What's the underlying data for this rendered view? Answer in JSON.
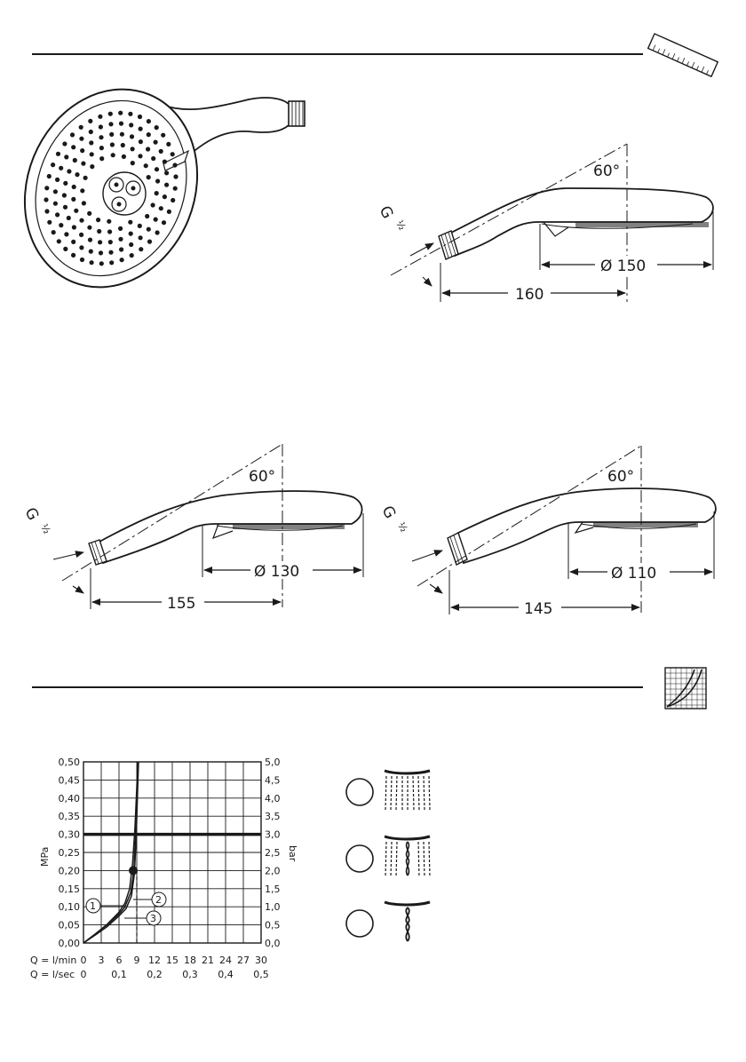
{
  "icons": {
    "dimensions_icon": "ruler-icon",
    "flow_icon": "flow-curve-icon"
  },
  "drawings": {
    "d150": {
      "angle_label": "60°",
      "thread_g": "G",
      "thread_frac": "½",
      "diameter_label": "Ø 150",
      "length_label": "160"
    },
    "d130": {
      "angle_label": "60°",
      "thread_g": "G",
      "thread_frac": "½",
      "diameter_label": "Ø 130",
      "length_label": "155"
    },
    "d110": {
      "angle_label": "60°",
      "thread_g": "G",
      "thread_frac": "½",
      "diameter_label": "Ø 110",
      "length_label": "145"
    }
  },
  "chart_data": {
    "type": "line",
    "ylabel_left": "MPa",
    "ylabel_right": "bar",
    "y_ticks_left": [
      "0,00",
      "0,05",
      "0,10",
      "0,15",
      "0,20",
      "0,25",
      "0,30",
      "0,35",
      "0,40",
      "0,45",
      "0,50"
    ],
    "y_ticks_right": [
      "0,0",
      "0,5",
      "1,0",
      "1,5",
      "2,0",
      "2,5",
      "3,0",
      "3,5",
      "4,0",
      "4,5",
      "5,0"
    ],
    "x_label_lmin": "Q = l/min",
    "x_ticks_lmin": [
      "0",
      "3",
      "6",
      "9",
      "12",
      "15",
      "18",
      "21",
      "24",
      "27",
      "30"
    ],
    "x_label_lsec": "Q = l/sec",
    "x_ticks_lsec": [
      "0",
      "0,1",
      "0,2",
      "0,3",
      "0,4",
      "0,5"
    ],
    "xlim": [
      0,
      30
    ],
    "ylim": [
      0,
      0.5
    ],
    "reference_pressure": 0.3,
    "reference_flow": 9,
    "marker_point": [
      8.4,
      0.2
    ],
    "series": [
      {
        "name": "1",
        "x": [
          0,
          2,
          4,
          6,
          7,
          8,
          8.5,
          8.8,
          9.2
        ],
        "y": [
          0,
          0.025,
          0.05,
          0.08,
          0.1,
          0.14,
          0.2,
          0.3,
          0.5
        ]
      },
      {
        "name": "2",
        "x": [
          0,
          2,
          4,
          6,
          7,
          7.8,
          8.3,
          8.7,
          9.2
        ],
        "y": [
          0,
          0.025,
          0.052,
          0.085,
          0.11,
          0.15,
          0.22,
          0.32,
          0.5
        ]
      },
      {
        "name": "3",
        "x": [
          0,
          2,
          4,
          6,
          7.2,
          8.1,
          8.6,
          8.9,
          9.3
        ],
        "y": [
          0,
          0.022,
          0.045,
          0.075,
          0.095,
          0.13,
          0.19,
          0.29,
          0.5
        ]
      }
    ],
    "callouts": [
      "1",
      "2",
      "3"
    ]
  },
  "spray_modes": [
    {
      "icon": "rain-spray-icon"
    },
    {
      "icon": "mixed-spray-icon"
    },
    {
      "icon": "massage-jet-icon"
    }
  ]
}
